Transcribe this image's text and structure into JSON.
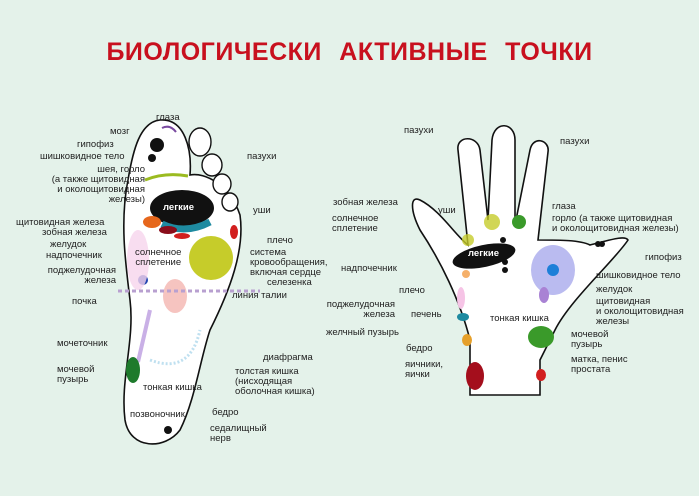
{
  "title": "БИОЛОГИЧЕСКИ АКТИВНЫЕ ТОЧКИ",
  "colors": {
    "title": "#c8101e",
    "background": "#e4f2ea",
    "outline": "#111111"
  },
  "foot": {
    "inner_label": "легкие",
    "labels": {
      "glaza": "глаза",
      "mozg": "мозг",
      "gipofiz": "гипофиз",
      "shishk": "шишковидное тело",
      "sheya1": "шея, горло",
      "sheya2": "(а также щитовидная",
      "sheya3": "и околощитовидная",
      "sheya4": "железы)",
      "pazuhi": "пазухи",
      "ushi": "уши",
      "shchit": "щитовидная железа",
      "zobnaya": "зобная железа",
      "zheludok": "желудок",
      "nadpoch": "надпочечник",
      "podzh1": "поджелудочная",
      "podzh2": "железа",
      "solnech1": "солнечное",
      "solnech2": "сплетение",
      "plecho": "плечо",
      "sistema1": "система",
      "sistema2": "кровообращения,",
      "sistema3": "включая сердце",
      "selezenka": "селезенка",
      "liniya": "линия талии",
      "pochka": "почка",
      "mochetoch": "мочеточник",
      "diafragma": "диафрагма",
      "mochevoy1": "мочевой",
      "mochevoy2": "пузырь",
      "tonkaya": "тонкая кишка",
      "tolstaya1": "толстая кишка",
      "tolstaya2": "(нисходящая",
      "tolstaya3": "оболочная кишка)",
      "pozvon": "позвоночник",
      "bedro": "бедро",
      "sedal1": "седалищный",
      "sedal2": "нерв"
    }
  },
  "hand": {
    "inner_label": "легкие",
    "labels": {
      "pazuhi_l": "пазухи",
      "pazuhi_r": "пазухи",
      "zobnaya": "зобная железа",
      "ushi": "уши",
      "solnech1": "солнечное",
      "solnech2": "сплетение",
      "glaza": "глаза",
      "gorlo1": "горло (а также щитовидная",
      "gorlo2": "и околощитовидная железы)",
      "gipofiz": "гипофиз",
      "nadpoch": "надпочечник",
      "shishk": "шишковидное тело",
      "plecho": "плечо",
      "zheludok": "желудок",
      "podzh1": "поджелудочная",
      "podzh2": "железа",
      "pechen": "печень",
      "shchit1": "щитовидная",
      "shchit2": "и околощитовидная",
      "shchit3": "железы",
      "tonkaya": "тонкая кишка",
      "zhelch": "желчный пузырь",
      "mochevoy1": "мочевой",
      "mochevoy2": "пузырь",
      "bedro": "бедро",
      "matka1": "матка, пенис",
      "matka2": "простата",
      "yaich1": "яичники,",
      "yaich2": "яички"
    }
  }
}
